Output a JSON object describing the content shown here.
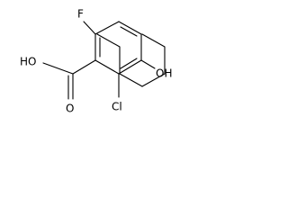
{
  "molecule": {
    "labels": {
      "fluorine": "F",
      "carboxyl_hydroxyl": "HO",
      "carbonyl_oxygen": "O",
      "chlorine": "Cl",
      "hydroxyl": "OH"
    },
    "line_color": "#000000",
    "background": "#ffffff"
  }
}
